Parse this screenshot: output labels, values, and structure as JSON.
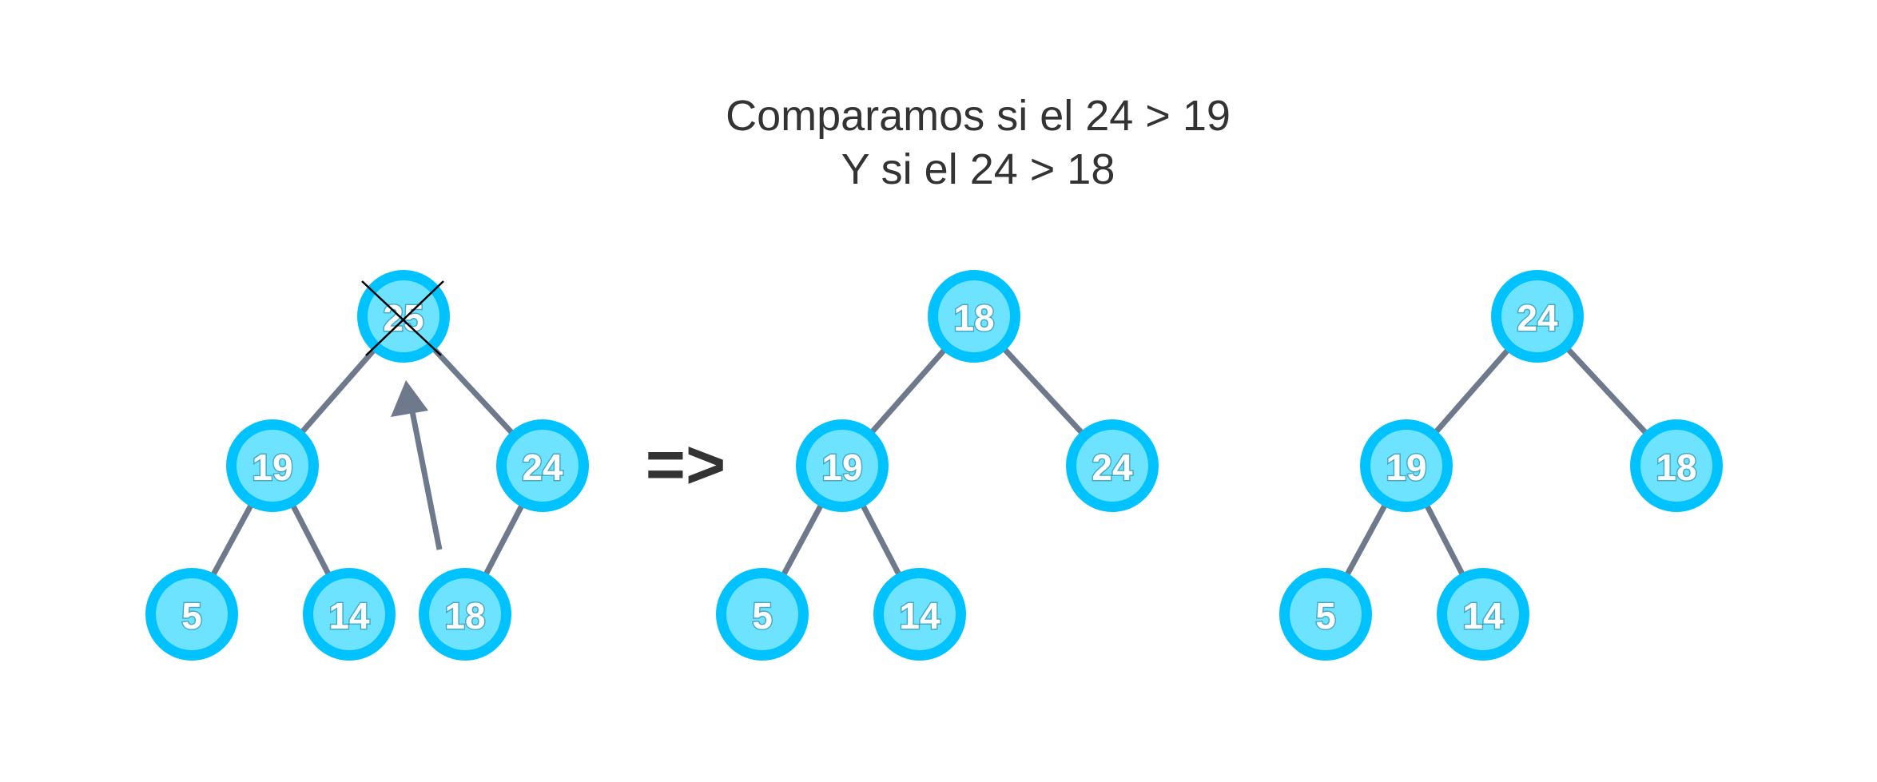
{
  "caption": {
    "line1": "Comparamos si el  24 > 19",
    "line2": "Y si el 24 > 18"
  },
  "implies_symbol": "=>",
  "colors": {
    "node_ring": "#00c2ff",
    "node_fill": "#6ee3ff",
    "edge": "#6e7a8c",
    "text": "#333333"
  },
  "trees": [
    {
      "name": "tree-before",
      "root": "25",
      "root_removed": true,
      "left": "19",
      "right": "24",
      "left_left": "5",
      "left_right": "14",
      "right_left": "18",
      "arrow": "18 moves to root"
    },
    {
      "name": "tree-swapped",
      "root": "18",
      "left": "19",
      "right": "24",
      "left_left": "5",
      "left_right": "14"
    },
    {
      "name": "tree-result",
      "root": "24",
      "left": "19",
      "right": "18",
      "left_left": "5",
      "left_right": "14"
    }
  ]
}
